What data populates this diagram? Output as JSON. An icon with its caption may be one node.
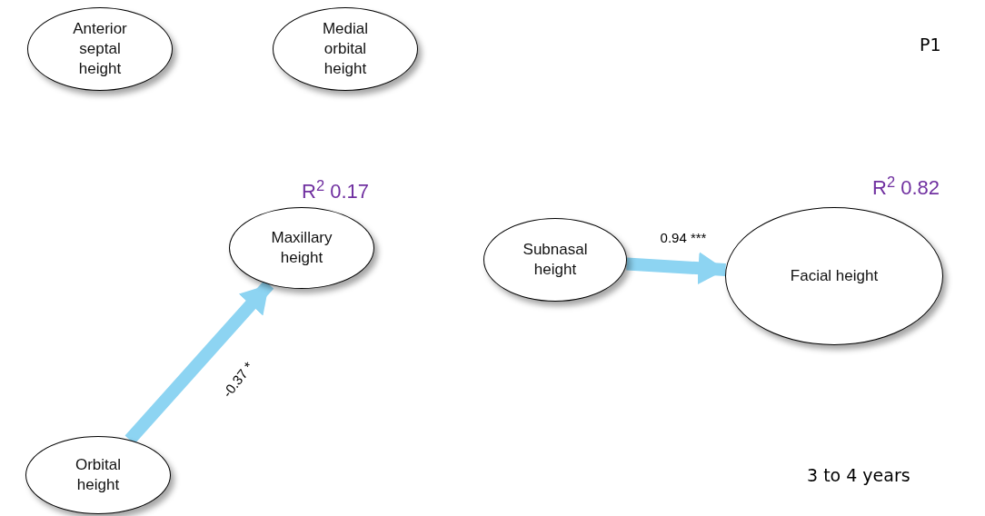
{
  "diagram": {
    "nodes": [
      {
        "text": [
          "Anterior septal height"
        ]
      },
      {
        "text": [
          "Medial orbital height"
        ]
      },
      {
        "text": [
          "Maxillary height"
        ],
        "beside": [
          "R$^{2}$ 0.17"
        ]
      },
      {
        "text": [
          "Subnasal height"
        ]
      },
      {
        "text": [
          "Facial height"
        ],
        "beside": [
          "R$^{2}$ 0.82"
        ]
      },
      {
        "text": [
          "Orbital height"
        ]
      }
    ],
    "edges": [
      {
        "from": 5,
        "to": 2,
        "arrow": "to",
        "label": "-0.37 *"
      },
      {
        "from": 3,
        "to": 4,
        "arrow": "to",
        "label": "0.94 ***"
      }
    ],
    "labels": [
      "P1",
      "3 to 4 years"
    ]
  }
}
